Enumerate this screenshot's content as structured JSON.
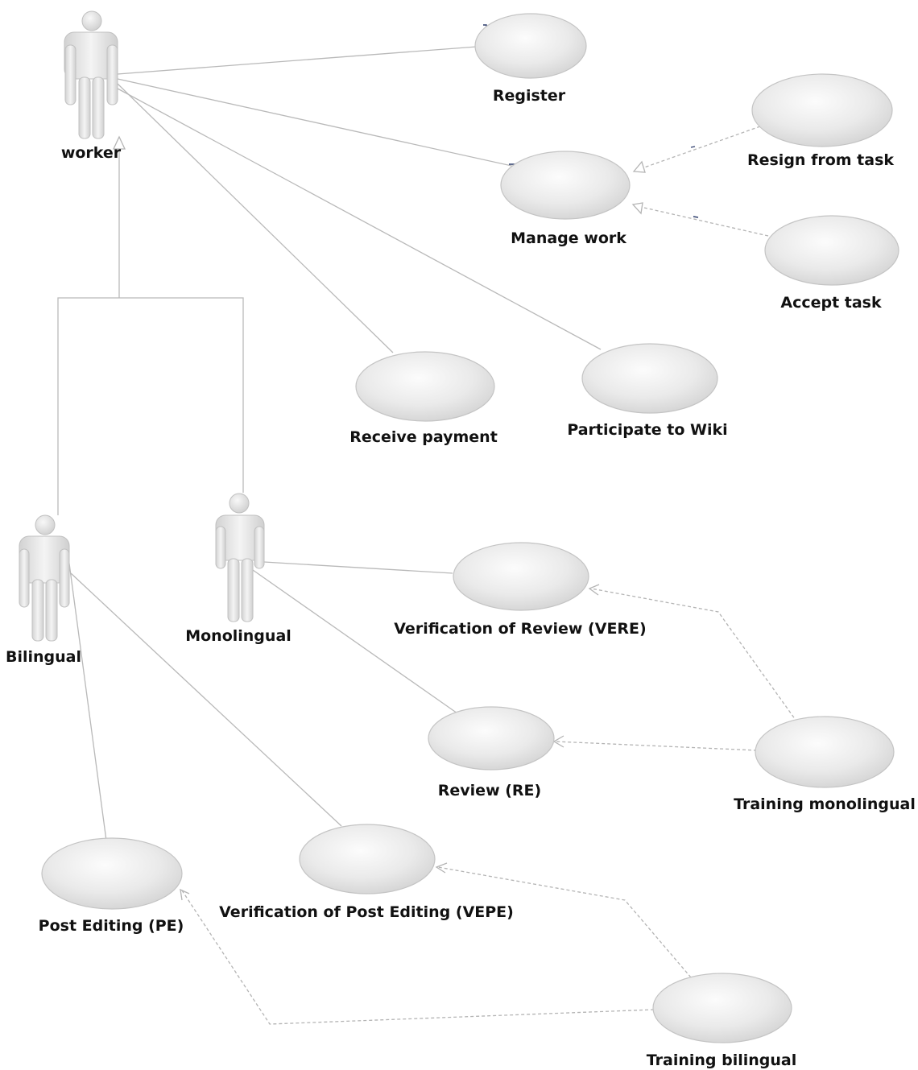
{
  "diagram": {
    "actors": {
      "worker": {
        "label": "worker"
      },
      "bilingual": {
        "label": "Bilingual"
      },
      "monolingual": {
        "label": "Monolingual"
      }
    },
    "use_cases": {
      "register": "Register",
      "manage_work": "Manage work",
      "resign_from_task": "Resign from task",
      "accept_task": "Accept task",
      "receive_payment": "Receive payment",
      "participate_to_wiki": "Participate to Wiki",
      "verification_of_review": "Verification of Review (VERE)",
      "review": "Review (RE)",
      "training_monolingual": "Training monolingual",
      "verification_of_post_editing": "Verification of Post Editing (VEPE)",
      "post_editing": "Post Editing (PE)",
      "training_bilingual": "Training bilingual"
    }
  },
  "colors": {
    "line": "#b9b9b9",
    "use_case_fill_light": "#fbfbfb",
    "use_case_fill_dark": "#d6d6d6",
    "label_text": "#111111"
  }
}
